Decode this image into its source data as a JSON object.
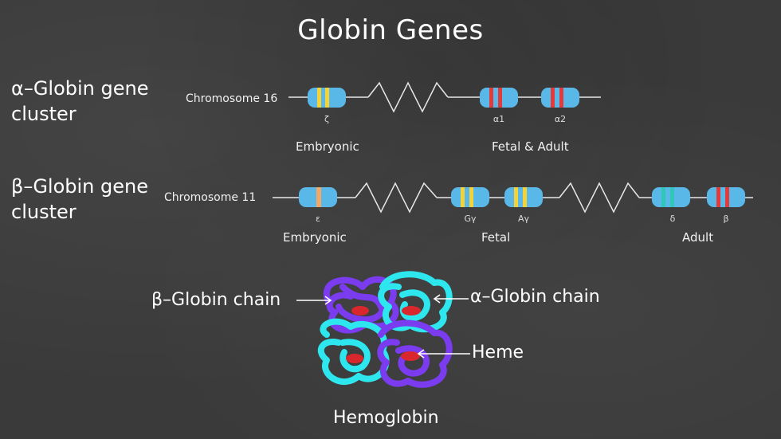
{
  "title": "Globin Genes",
  "alpha_cluster": {
    "label": "α–Globin gene cluster",
    "chromosome": "Chromosome 16",
    "genes": [
      "ζ",
      "α1",
      "α2"
    ],
    "groups": [
      "Embryonic",
      "Fetal & Adult"
    ]
  },
  "beta_cluster": {
    "label": "β–Globin gene cluster",
    "chromosome": "Chromosome 11",
    "genes": [
      "ε",
      "Gγ",
      "Aγ",
      "δ",
      "β"
    ],
    "groups": [
      "Embryonic",
      "Fetal",
      "Adult"
    ]
  },
  "hemoglobin": {
    "beta_chain": "β–Globin chain",
    "alpha_chain": "α–Globin chain",
    "heme": "Heme",
    "caption": "Hemoglobin"
  },
  "colors": {
    "background": "#3a3a3a",
    "gene_blue": "#5ab8e8",
    "band_yellow": "#f3d23a",
    "band_red": "#e23b3b",
    "band_teal": "#2fc7b8",
    "beta_chain": "#7b3cf0",
    "alpha_chain": "#2ee6ee",
    "heme": "#d8282d"
  }
}
